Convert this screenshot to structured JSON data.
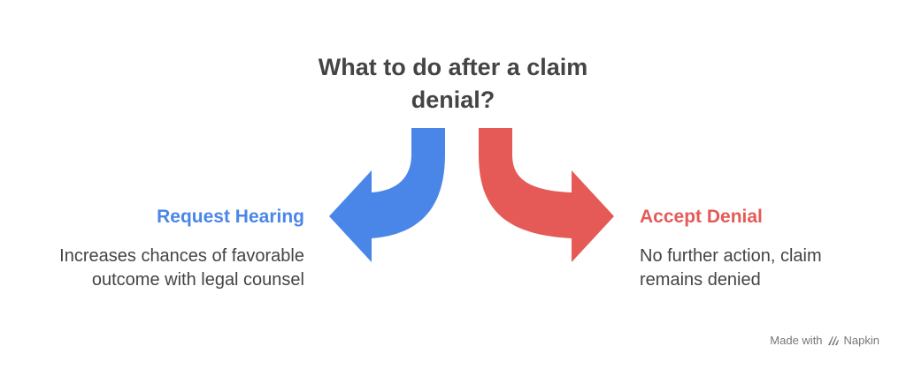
{
  "title": "What to do after a claim denial?",
  "options": [
    {
      "title": "Request Hearing",
      "description": "Increases chances of favorable outcome with legal counsel",
      "color": "#4a86e8"
    },
    {
      "title": "Accept Denial",
      "description": "No further action, claim remains denied",
      "color": "#e55a56"
    }
  ],
  "credit": {
    "made_with": "Made with",
    "brand": "Napkin",
    "icon": "napkin-logo-icon"
  }
}
